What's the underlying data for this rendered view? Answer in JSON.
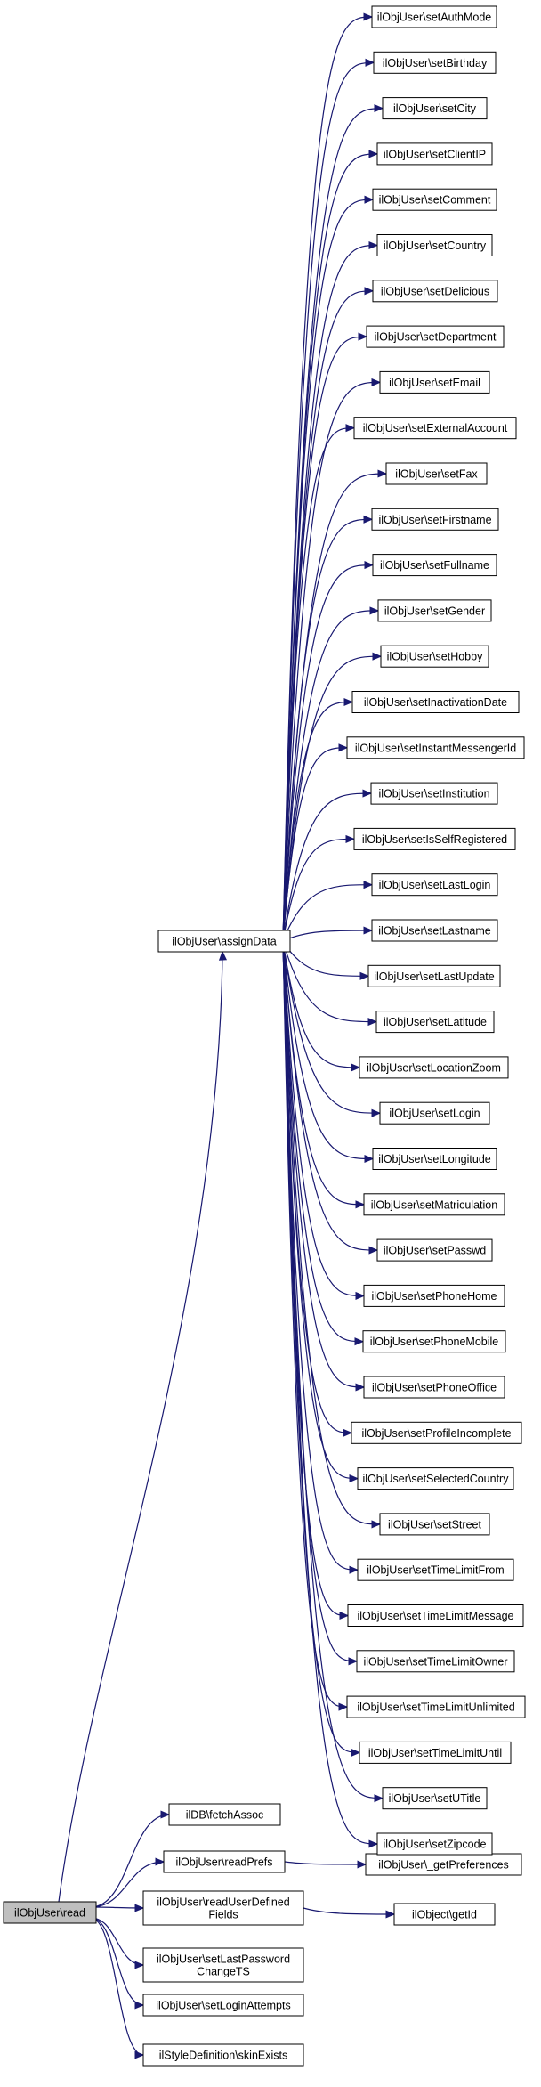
{
  "graph": {
    "root": "ilObjUser\\read",
    "nodes": [
      {
        "id": "read",
        "lines": [
          "ilObjUser\\read"
        ],
        "root": true
      },
      {
        "id": "assignData",
        "lines": [
          "ilObjUser\\assignData"
        ]
      },
      {
        "id": "fetchAssoc",
        "lines": [
          "ilDB\\fetchAssoc"
        ]
      },
      {
        "id": "readPrefs",
        "lines": [
          "ilObjUser\\readPrefs"
        ]
      },
      {
        "id": "readUDF",
        "lines": [
          "ilObjUser\\readUserDefined",
          "Fields"
        ]
      },
      {
        "id": "setLastPwd",
        "lines": [
          "ilObjUser\\setLastPassword",
          "ChangeTS"
        ]
      },
      {
        "id": "setLoginAttempts",
        "lines": [
          "ilObjUser\\setLoginAttempts"
        ]
      },
      {
        "id": "skinExists",
        "lines": [
          "ilStyleDefinition\\skinExists"
        ]
      },
      {
        "id": "getPreferences",
        "lines": [
          "ilObjUser\\_getPreferences"
        ]
      },
      {
        "id": "getId",
        "lines": [
          "ilObject\\getId"
        ]
      },
      {
        "id": "setAuthMode",
        "lines": [
          "ilObjUser\\setAuthMode"
        ]
      },
      {
        "id": "setBirthday",
        "lines": [
          "ilObjUser\\setBirthday"
        ]
      },
      {
        "id": "setCity",
        "lines": [
          "ilObjUser\\setCity"
        ]
      },
      {
        "id": "setClientIP",
        "lines": [
          "ilObjUser\\setClientIP"
        ]
      },
      {
        "id": "setComment",
        "lines": [
          "ilObjUser\\setComment"
        ]
      },
      {
        "id": "setCountry",
        "lines": [
          "ilObjUser\\setCountry"
        ]
      },
      {
        "id": "setDelicious",
        "lines": [
          "ilObjUser\\setDelicious"
        ]
      },
      {
        "id": "setDepartment",
        "lines": [
          "ilObjUser\\setDepartment"
        ]
      },
      {
        "id": "setEmail",
        "lines": [
          "ilObjUser\\setEmail"
        ]
      },
      {
        "id": "setExternalAccount",
        "lines": [
          "ilObjUser\\setExternalAccount"
        ]
      },
      {
        "id": "setFax",
        "lines": [
          "ilObjUser\\setFax"
        ]
      },
      {
        "id": "setFirstname",
        "lines": [
          "ilObjUser\\setFirstname"
        ]
      },
      {
        "id": "setFullname",
        "lines": [
          "ilObjUser\\setFullname"
        ]
      },
      {
        "id": "setGender",
        "lines": [
          "ilObjUser\\setGender"
        ]
      },
      {
        "id": "setHobby",
        "lines": [
          "ilObjUser\\setHobby"
        ]
      },
      {
        "id": "setInactivationDate",
        "lines": [
          "ilObjUser\\setInactivationDate"
        ]
      },
      {
        "id": "setInstantMessengerId",
        "lines": [
          "ilObjUser\\setInstantMessengerId"
        ]
      },
      {
        "id": "setInstitution",
        "lines": [
          "ilObjUser\\setInstitution"
        ]
      },
      {
        "id": "setIsSelfRegistered",
        "lines": [
          "ilObjUser\\setIsSelfRegistered"
        ]
      },
      {
        "id": "setLastLogin",
        "lines": [
          "ilObjUser\\setLastLogin"
        ]
      },
      {
        "id": "setLastname",
        "lines": [
          "ilObjUser\\setLastname"
        ]
      },
      {
        "id": "setLastUpdate",
        "lines": [
          "ilObjUser\\setLastUpdate"
        ]
      },
      {
        "id": "setLatitude",
        "lines": [
          "ilObjUser\\setLatitude"
        ]
      },
      {
        "id": "setLocationZoom",
        "lines": [
          "ilObjUser\\setLocationZoom"
        ]
      },
      {
        "id": "setLogin",
        "lines": [
          "ilObjUser\\setLogin"
        ]
      },
      {
        "id": "setLongitude",
        "lines": [
          "ilObjUser\\setLongitude"
        ]
      },
      {
        "id": "setMatriculation",
        "lines": [
          "ilObjUser\\setMatriculation"
        ]
      },
      {
        "id": "setPasswd",
        "lines": [
          "ilObjUser\\setPasswd"
        ]
      },
      {
        "id": "setPhoneHome",
        "lines": [
          "ilObjUser\\setPhoneHome"
        ]
      },
      {
        "id": "setPhoneMobile",
        "lines": [
          "ilObjUser\\setPhoneMobile"
        ]
      },
      {
        "id": "setPhoneOffice",
        "lines": [
          "ilObjUser\\setPhoneOffice"
        ]
      },
      {
        "id": "setProfileIncomplete",
        "lines": [
          "ilObjUser\\setProfileIncomplete"
        ]
      },
      {
        "id": "setSelectedCountry",
        "lines": [
          "ilObjUser\\setSelectedCountry"
        ]
      },
      {
        "id": "setStreet",
        "lines": [
          "ilObjUser\\setStreet"
        ]
      },
      {
        "id": "setTimeLimitFrom",
        "lines": [
          "ilObjUser\\setTimeLimitFrom"
        ]
      },
      {
        "id": "setTimeLimitMessage",
        "lines": [
          "ilObjUser\\setTimeLimitMessage"
        ]
      },
      {
        "id": "setTimeLimitOwner",
        "lines": [
          "ilObjUser\\setTimeLimitOwner"
        ]
      },
      {
        "id": "setTimeLimitUnlimited",
        "lines": [
          "ilObjUser\\setTimeLimitUnlimited"
        ]
      },
      {
        "id": "setTimeLimitUntil",
        "lines": [
          "ilObjUser\\setTimeLimitUntil"
        ]
      },
      {
        "id": "setUTitle",
        "lines": [
          "ilObjUser\\setUTitle"
        ]
      },
      {
        "id": "setZipcode",
        "lines": [
          "ilObjUser\\setZipcode"
        ]
      }
    ],
    "edges": [
      [
        "read",
        "assignData"
      ],
      [
        "read",
        "fetchAssoc"
      ],
      [
        "read",
        "readPrefs"
      ],
      [
        "read",
        "readUDF"
      ],
      [
        "read",
        "setLastPwd"
      ],
      [
        "read",
        "setLoginAttempts"
      ],
      [
        "read",
        "skinExists"
      ],
      [
        "readPrefs",
        "getPreferences"
      ],
      [
        "readUDF",
        "getId"
      ],
      [
        "assignData",
        "setAuthMode"
      ],
      [
        "assignData",
        "setBirthday"
      ],
      [
        "assignData",
        "setCity"
      ],
      [
        "assignData",
        "setClientIP"
      ],
      [
        "assignData",
        "setComment"
      ],
      [
        "assignData",
        "setCountry"
      ],
      [
        "assignData",
        "setDelicious"
      ],
      [
        "assignData",
        "setDepartment"
      ],
      [
        "assignData",
        "setEmail"
      ],
      [
        "assignData",
        "setExternalAccount"
      ],
      [
        "assignData",
        "setFax"
      ],
      [
        "assignData",
        "setFirstname"
      ],
      [
        "assignData",
        "setFullname"
      ],
      [
        "assignData",
        "setGender"
      ],
      [
        "assignData",
        "setHobby"
      ],
      [
        "assignData",
        "setInactivationDate"
      ],
      [
        "assignData",
        "setInstantMessengerId"
      ],
      [
        "assignData",
        "setInstitution"
      ],
      [
        "assignData",
        "setIsSelfRegistered"
      ],
      [
        "assignData",
        "setLastLogin"
      ],
      [
        "assignData",
        "setLastname"
      ],
      [
        "assignData",
        "setLastUpdate"
      ],
      [
        "assignData",
        "setLatitude"
      ],
      [
        "assignData",
        "setLocationZoom"
      ],
      [
        "assignData",
        "setLogin"
      ],
      [
        "assignData",
        "setLongitude"
      ],
      [
        "assignData",
        "setMatriculation"
      ],
      [
        "assignData",
        "setPasswd"
      ],
      [
        "assignData",
        "setPhoneHome"
      ],
      [
        "assignData",
        "setPhoneMobile"
      ],
      [
        "assignData",
        "setPhoneOffice"
      ],
      [
        "assignData",
        "setProfileIncomplete"
      ],
      [
        "assignData",
        "setSelectedCountry"
      ],
      [
        "assignData",
        "setStreet"
      ],
      [
        "assignData",
        "setTimeLimitFrom"
      ],
      [
        "assignData",
        "setTimeLimitMessage"
      ],
      [
        "assignData",
        "setTimeLimitOwner"
      ],
      [
        "assignData",
        "setTimeLimitUnlimited"
      ],
      [
        "assignData",
        "setTimeLimitUntil"
      ],
      [
        "assignData",
        "setUTitle"
      ],
      [
        "assignData",
        "setZipcode"
      ]
    ],
    "colors": {
      "edge": "#191970",
      "node_border": "#000000",
      "node_fill": "#ffffff",
      "root_fill": "#bfbfbf"
    }
  }
}
